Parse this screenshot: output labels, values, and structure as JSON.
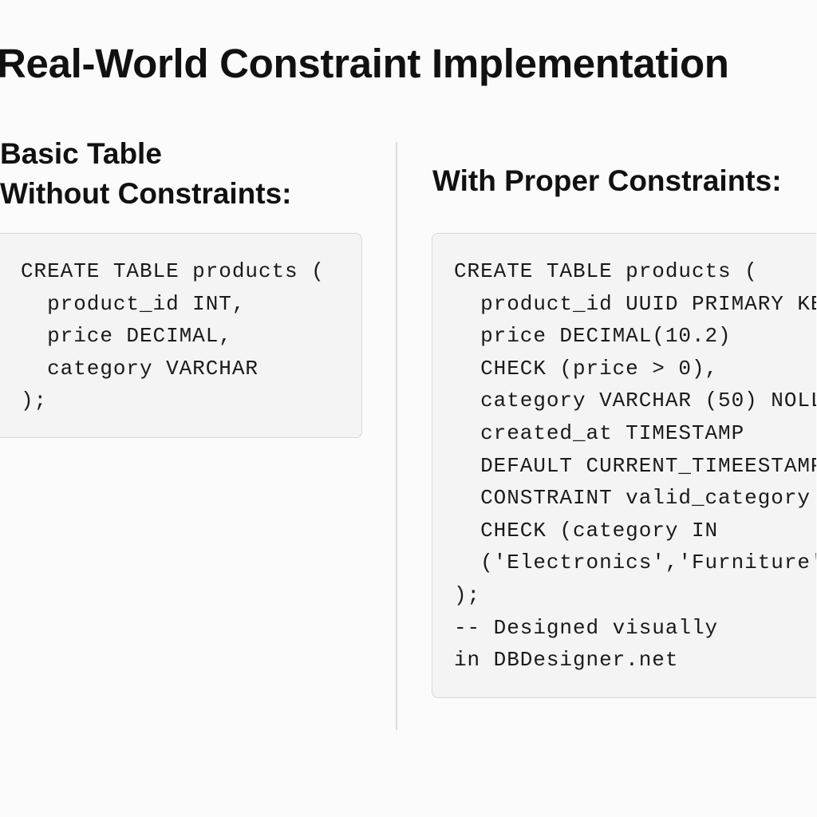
{
  "title": "Real-World Constraint Implementation",
  "left": {
    "heading_line1": "Basic Table",
    "heading_line2": "Without Constraints:",
    "code": [
      "CREATE TABLE products (",
      "  product_id INT,",
      "  price DECIMAL,",
      "  category VARCHAR",
      ");"
    ]
  },
  "right": {
    "heading": "With Proper Constraints:",
    "code": [
      "CREATE TABLE products (",
      "  product_id UUID PRIMARY KE",
      "  price DECIMAL(10.2)",
      "  CHECK (price > 0),",
      "  category VARCHAR (50) NOLL",
      "  created_at TIMESTAMP",
      "  DEFAULT CURRENT_TIMEESTAMP",
      "  CONSTRAINT valid_category",
      "  CHECK (category IN",
      "  ('Electronics','Furniture'",
      ");",
      "-- Designed visually",
      "in DBDesigner.net"
    ]
  }
}
